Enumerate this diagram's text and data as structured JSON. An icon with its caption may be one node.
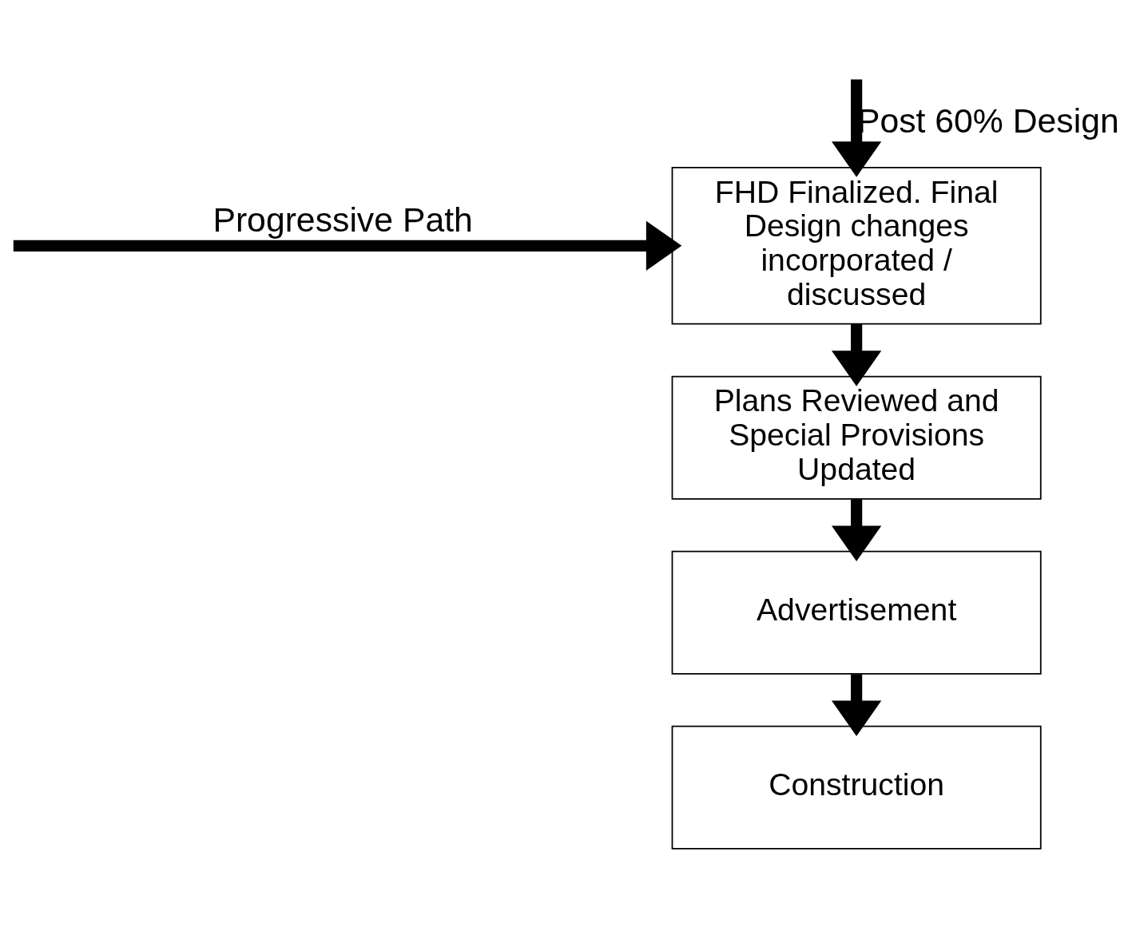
{
  "diagram": {
    "nodes": [
      {
        "text": [
          "FHD Finalized. Final Design changes incorporated / discussed"
        ]
      },
      {
        "text": [
          "Plans Reviewed and Special Provisions Updated"
        ]
      },
      {
        "text": [
          "Advertisement"
        ]
      },
      {
        "text": [
          "Construction"
        ]
      }
    ],
    "edges": [
      {
        "from": null,
        "to": 0,
        "arrow": "to",
        "label": "Progressive Path"
      },
      {
        "from": null,
        "to": 0,
        "arrow": "to",
        "label": "Post 60% Design"
      },
      {
        "from": 0,
        "to": 1,
        "arrow": "to"
      },
      {
        "from": 1,
        "to": 2,
        "arrow": "to"
      },
      {
        "from": 2,
        "to": 3,
        "arrow": "to"
      }
    ]
  }
}
